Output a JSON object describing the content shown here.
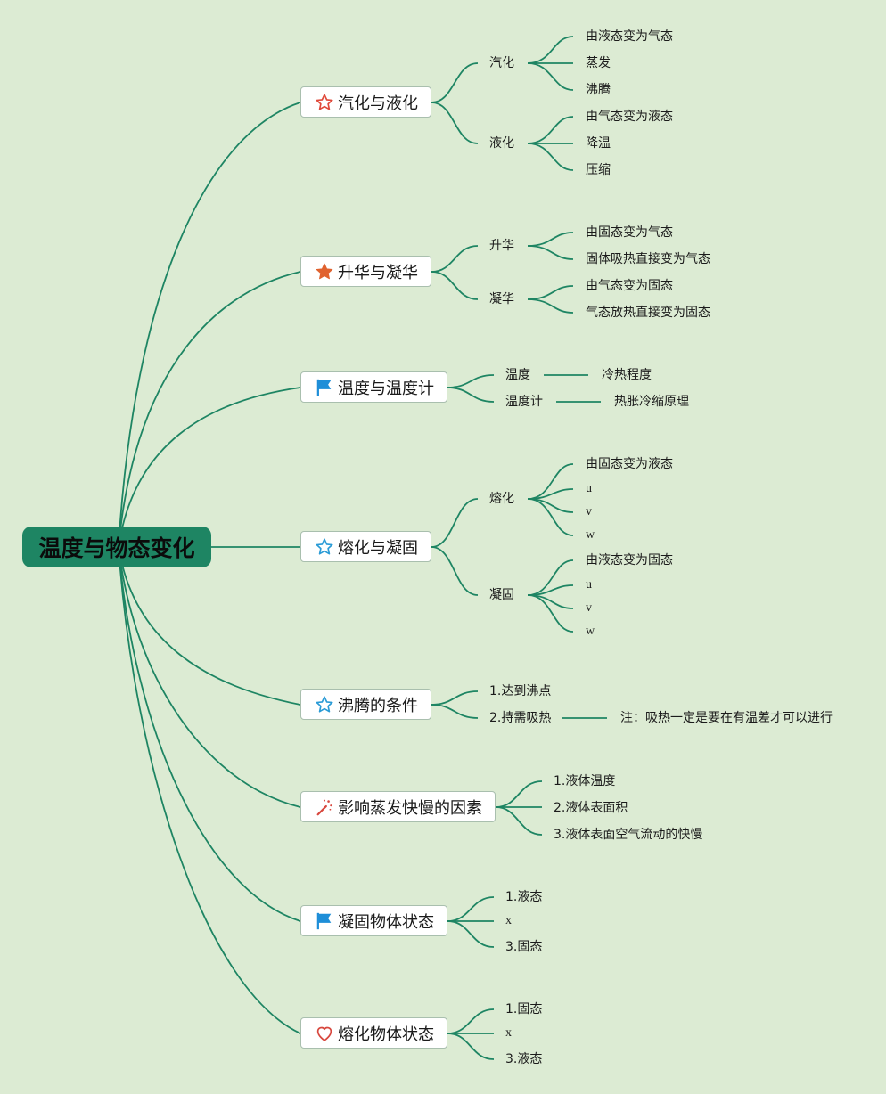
{
  "root": {
    "label": "温度与物态变化"
  },
  "colors": {
    "background": "#dcebd3",
    "root": "#1e8563",
    "line": "#1e8563",
    "star_red": "#e0493a",
    "star_orange": "#e0622f",
    "star_blue": "#2a9bd6",
    "flag_blue": "#1e8ed8",
    "heart_red": "#d8473e"
  },
  "topics": [
    {
      "label": "汽化与液化",
      "icon": "star-outline-red-icon",
      "children": [
        {
          "label": "汽化",
          "children": [
            "由液态变为气态",
            "蒸发",
            "沸腾"
          ]
        },
        {
          "label": "液化",
          "children": [
            "由气态变为液态",
            "降温",
            "压缩"
          ]
        }
      ]
    },
    {
      "label": "升华与凝华",
      "icon": "star-filled-orange-icon",
      "children": [
        {
          "label": "升华",
          "children": [
            "由固态变为气态",
            "固体吸热直接变为气态"
          ]
        },
        {
          "label": "凝华",
          "children": [
            "由气态变为固态",
            "气态放热直接变为固态"
          ]
        }
      ]
    },
    {
      "label": "温度与温度计",
      "icon": "flag-blue-icon",
      "children": [
        {
          "label": "温度",
          "children": [
            "冷热程度"
          ]
        },
        {
          "label": "温度计",
          "children": [
            "热胀冷缩原理"
          ]
        }
      ]
    },
    {
      "label": "熔化与凝固",
      "icon": "star-outline-blue-icon",
      "children": [
        {
          "label": "熔化",
          "children": [
            "由固态变为液态",
            "u",
            "v",
            "w"
          ]
        },
        {
          "label": "凝固",
          "children": [
            "由液态变为固态",
            "u",
            "v",
            "w"
          ]
        }
      ]
    },
    {
      "label": "沸腾的条件",
      "icon": "star-outline-blue-icon",
      "children": [
        {
          "label": "1.达到沸点",
          "children": []
        },
        {
          "label": "2.持需吸热",
          "children": [
            "注：吸热一定是要在有温差才可以进行"
          ]
        }
      ]
    },
    {
      "label": "影响蒸发快慢的因素",
      "icon": "magic-wand-icon",
      "children": [
        {
          "label": "1.液体温度",
          "children": []
        },
        {
          "label": "2.液体表面积",
          "children": []
        },
        {
          "label": "3.液体表面空气流动的快慢",
          "children": []
        }
      ]
    },
    {
      "label": "凝固物体状态",
      "icon": "flag-blue-icon",
      "children": [
        {
          "label": "1.液态",
          "children": []
        },
        {
          "label": "x",
          "children": []
        },
        {
          "label": "3.固态",
          "children": []
        }
      ]
    },
    {
      "label": "熔化物体状态",
      "icon": "heart-outline-red-icon",
      "children": [
        {
          "label": "1.固态",
          "children": []
        },
        {
          "label": "x",
          "children": []
        },
        {
          "label": "3.液态",
          "children": []
        }
      ]
    }
  ]
}
